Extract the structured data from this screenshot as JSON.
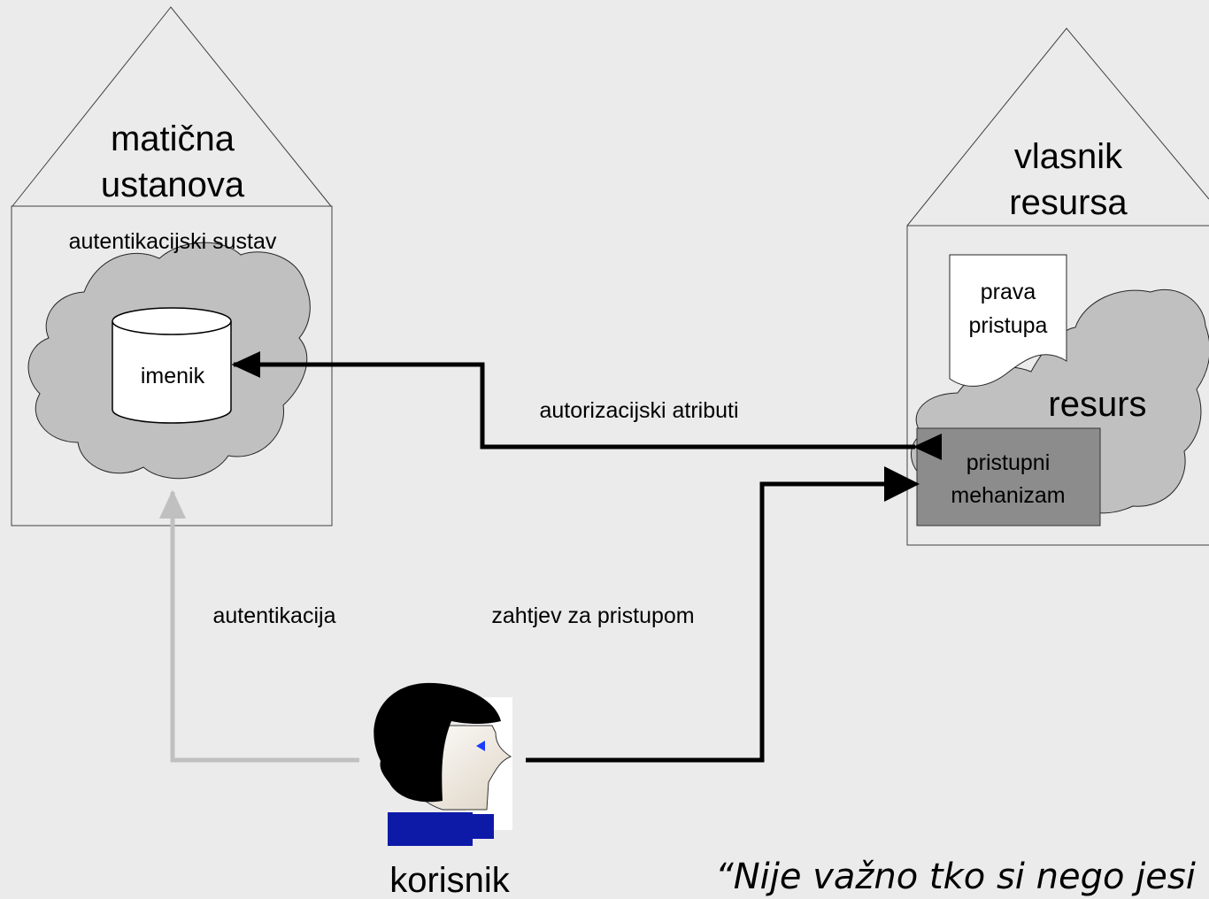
{
  "home_institution": {
    "title_line1": "matična",
    "title_line2": "ustanova",
    "auth_system_label": "autentikacijski sustav",
    "directory_label": "imenik"
  },
  "resource_owner": {
    "title_line1": "vlasnik",
    "title_line2": "resursa",
    "access_rights_line1": "prava",
    "access_rights_line2": "pristupa",
    "resource_label": "resurs",
    "access_mechanism_line1": "pristupni",
    "access_mechanism_line2": "mehanizam"
  },
  "arrows": {
    "authorization_attributes": "autorizacijski atributi",
    "authentication": "autentikacija",
    "access_request": "zahtjev za pristupom"
  },
  "user": {
    "label": "korisnik"
  },
  "quote": "“Nije važno tko si nego jesi"
}
